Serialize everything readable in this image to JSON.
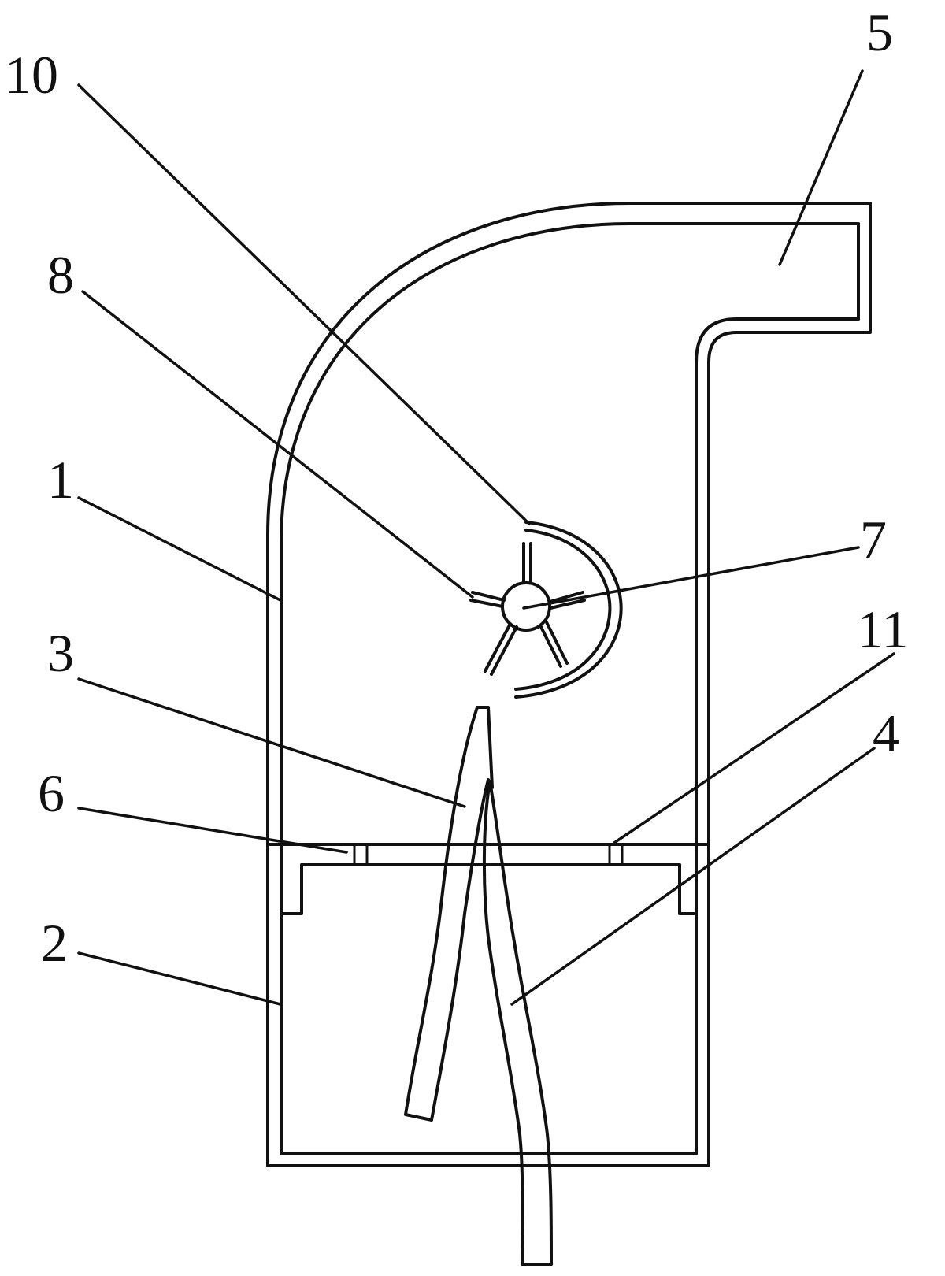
{
  "labels": {
    "l10": "10",
    "l5": "5",
    "l8": "8",
    "l1": "1",
    "l7": "7",
    "l11": "11",
    "l3": "3",
    "l4": "4",
    "l6": "6",
    "l2": "2"
  },
  "colors": {
    "line": "#111111",
    "background": "#ffffff"
  }
}
